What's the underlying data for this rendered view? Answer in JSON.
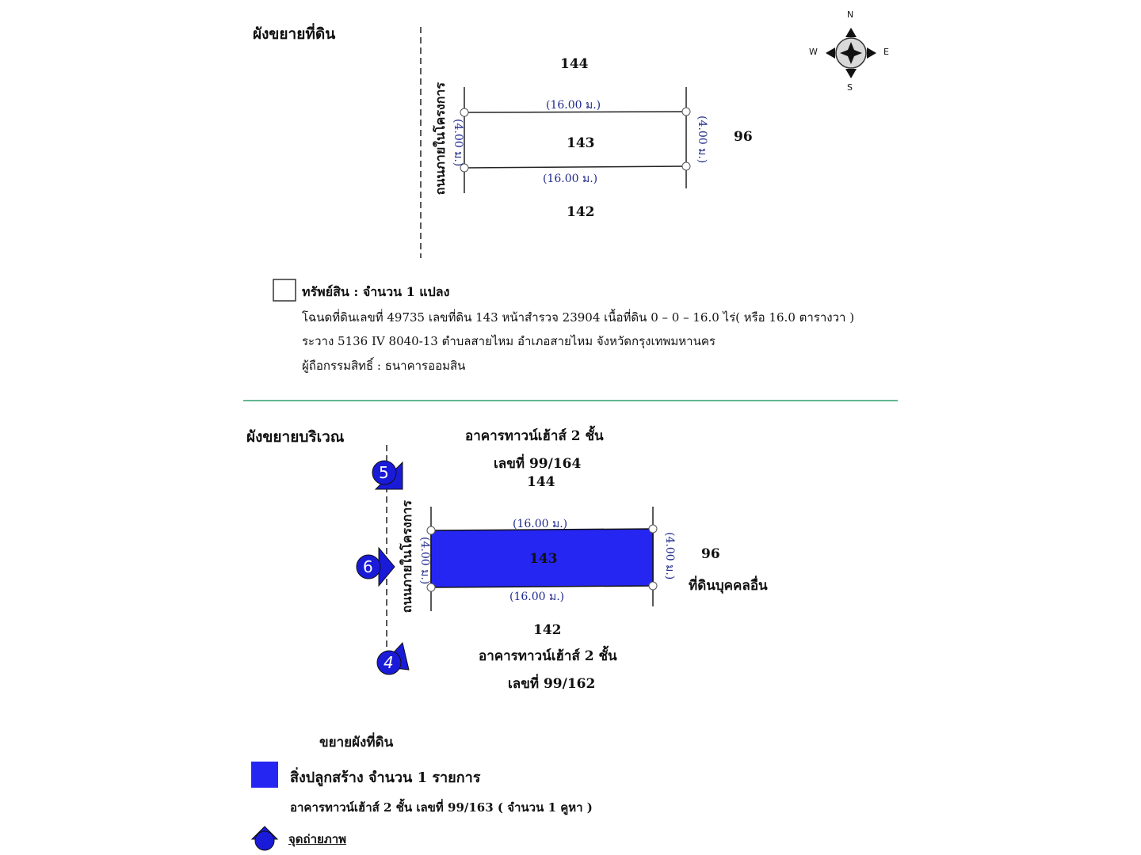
{
  "top": {
    "title": "ผังขยายที่ดิน",
    "road": "ถนนภายในโครงการ",
    "plot": "143",
    "north_neighbor": "144",
    "south_neighbor": "142",
    "east_neighbor": "96",
    "dim_top": "(16.00 ม.)",
    "dim_bottom": "(16.00 ม.)",
    "dim_left": "(4.00 ม.)",
    "dim_right": "(4.00 ม.)"
  },
  "compass": {
    "n": "N",
    "s": "S",
    "e": "E",
    "w": "W"
  },
  "asset": {
    "title": "ทรัพย์สิน : จำนวน 1 แปลง",
    "line1": "โฉนดที่ดินเลขที่ 49735 เลขที่ดิน 143 หน้าสำรวจ 23904  เนื้อที่ดิน 0 – 0 – 16.0 ไร่( หรือ 16.0 ตารางวา )",
    "line2": "ระวาง 5136 IV 8040-13 ตำบลสายไหม  อำเภอสายไหม  จังหวัดกรุงเทพมหานคร",
    "line3": "ผู้ถือกรรมสิทธิ์ : ธนาคารออมสิน"
  },
  "bottom": {
    "title": "ผังขยายบริเวณ",
    "road": "ถนนภายในโครงการ",
    "plot": "143",
    "north_building": "อาคารทาวน์เฮ้าส์ 2 ชั้น",
    "north_no": "เลขที่ 99/164",
    "north_neighbor": "144",
    "south_neighbor": "142",
    "south_building": "อาคารทาวน์เฮ้าส์ 2 ชั้น",
    "south_no": "เลขที่ 99/162",
    "east_neighbor": "96",
    "east_label": "ที่ดินบุคคลอื่น",
    "dim_top": "(16.00 ม.)",
    "dim_bottom": "(16.00 ม.)",
    "dim_left": "(4.00 ม.)",
    "dim_right": "(4.00 ม.)",
    "photo_points": [
      "5",
      "6",
      "4"
    ]
  },
  "legend": {
    "title": "ขยายผังที่ดิน",
    "building_title": "สิ่งปลูกสร้าง จำนวน 1 รายการ",
    "building_desc": "อาคารทาวน์เฮ้าส์ 2 ชั้น  เลขที่ 99/163 ( จำนวน 1 คูหา )",
    "photo_label": "จุดถ่ายภาพ"
  },
  "colors": {
    "building_fill": "#2626f2",
    "photo_marker": "#1a1ad9",
    "divider": "#2e9e6b",
    "dimension": "#1f2a8c"
  }
}
